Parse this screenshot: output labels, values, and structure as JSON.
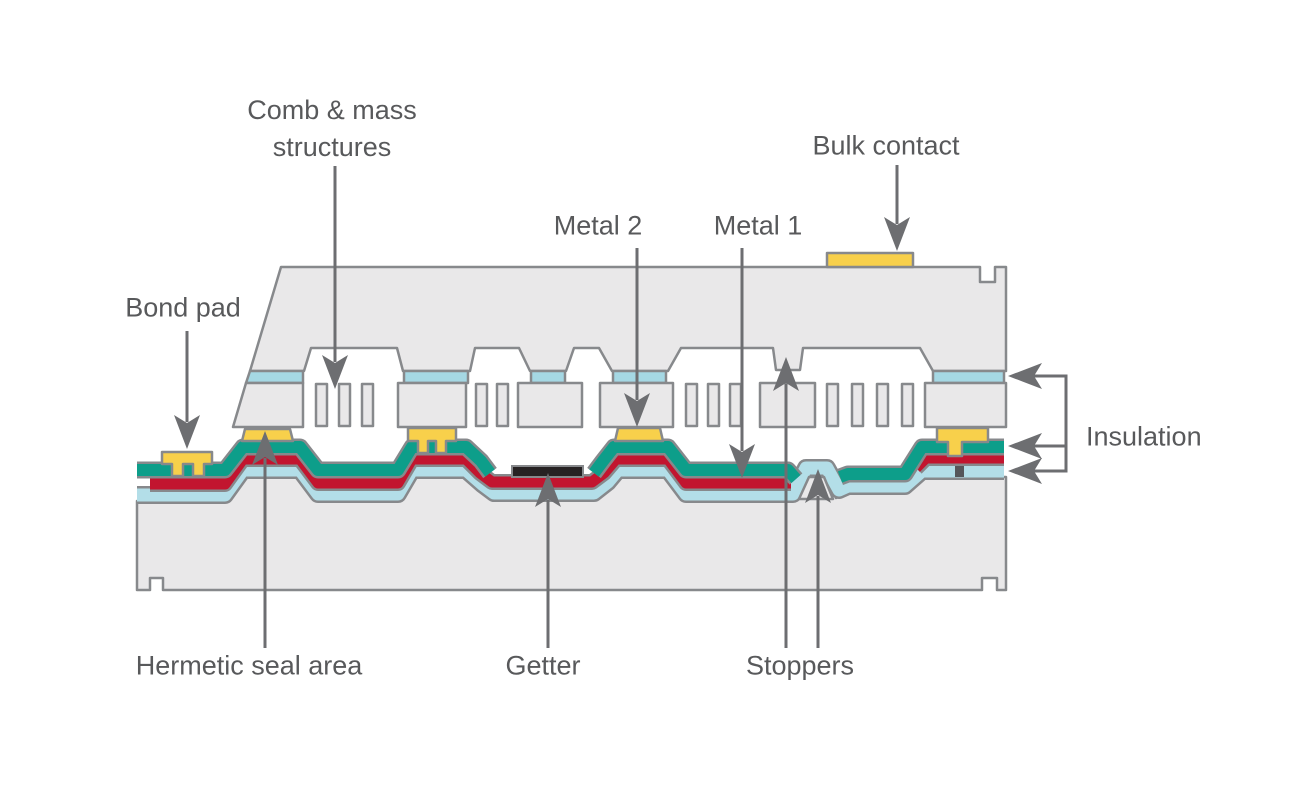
{
  "labels": {
    "comb_mass": "Comb & mass\nstructures",
    "bulk_contact": "Bulk contact",
    "metal2": "Metal 2",
    "metal1": "Metal 1",
    "bond_pad": "Bond pad",
    "insulation": "Insulation",
    "hermetic_seal": "Hermetic seal area",
    "getter": "Getter",
    "stoppers": "Stoppers"
  },
  "colors": {
    "text": "#58595b",
    "arrow": "#6d6e71",
    "outline": "#87898c",
    "fill": "#e9e8e9",
    "cyan": "#a5d8e4",
    "blue": "#b3dee8",
    "teal": "#0d9e8a",
    "red": "#c2152f",
    "yellow": "#f8d04b",
    "getter_black": "#262223",
    "via_dark": "#55565a",
    "background": "#ffffff"
  }
}
